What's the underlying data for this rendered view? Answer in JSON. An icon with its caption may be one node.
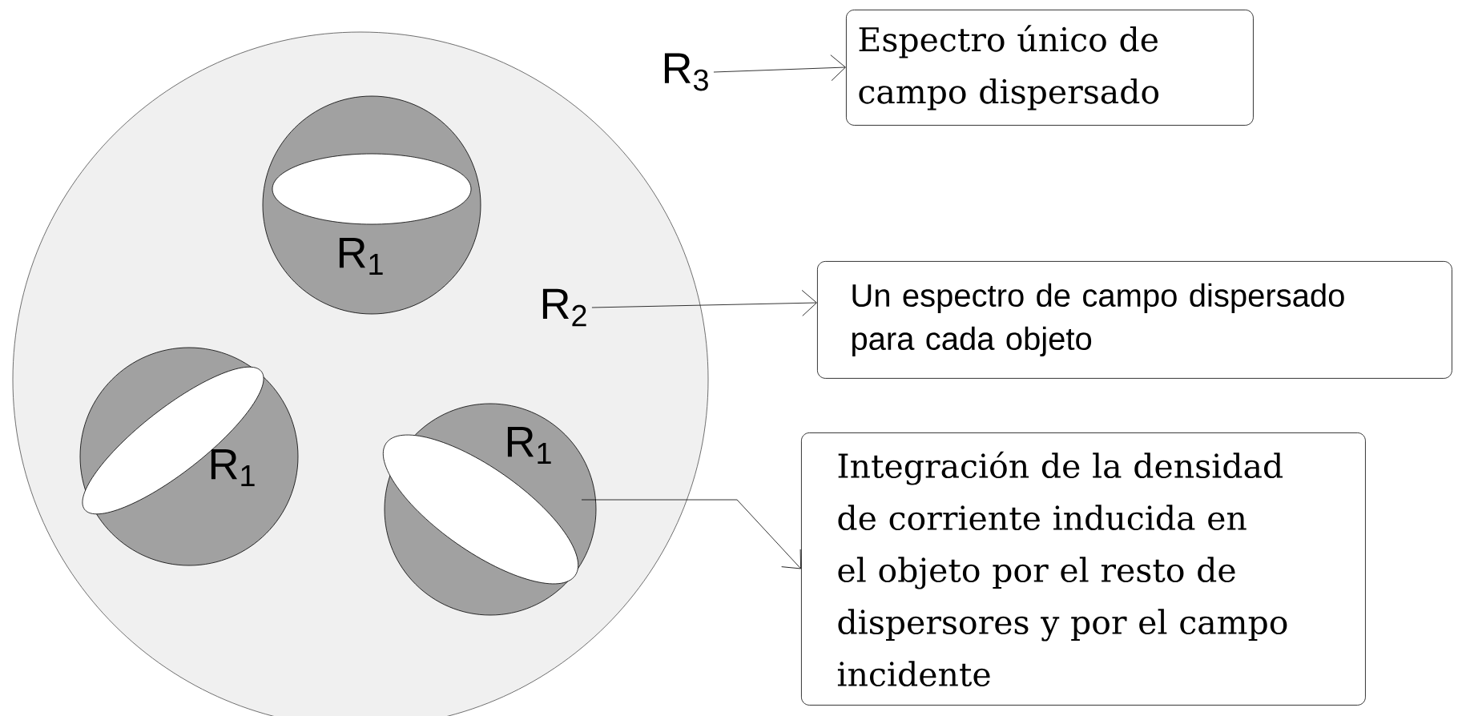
{
  "diagram": {
    "nodes": [
      {
        "text": [],
        "shape": "circle"
      },
      {
        "text": [
          "R$_{1}$"
        ],
        "in": 0
      },
      {
        "text": [
          "R$_{1}$"
        ],
        "in": 0
      },
      {
        "text": [
          "R$_{1}$"
        ],
        "in": 0
      },
      {
        "text": [
          "R$_{3}$"
        ]
      },
      {
        "text": [
          "R$_{2}$"
        ],
        "in": 0
      },
      {
        "text": [
          "Espectro único de campo dispersado"
        ]
      },
      {
        "text": [
          "Un espectro de campo dispersado para cada objeto"
        ]
      },
      {
        "text": [
          "Integración de la densidad de corriente inducida en el objeto por el resto de dispersores y por el campo incidente"
        ]
      }
    ],
    "edges": [
      {
        "from": 4,
        "to": 6,
        "arrow": "to"
      },
      {
        "from": 5,
        "to": 7,
        "arrow": "to"
      },
      {
        "from": 3,
        "to": 8,
        "arrow": "to"
      }
    ]
  }
}
